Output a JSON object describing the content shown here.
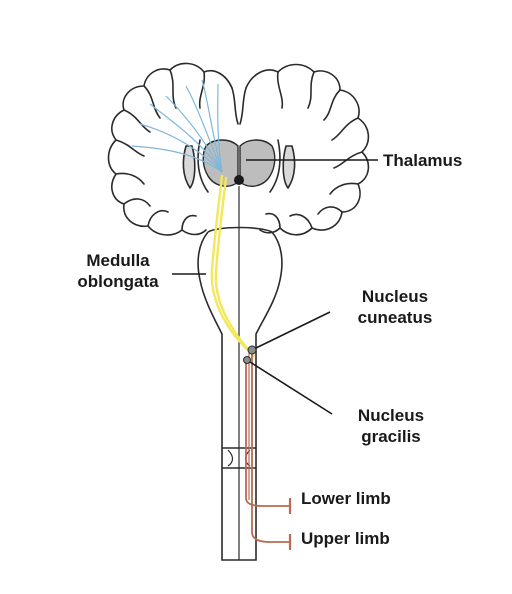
{
  "labels": {
    "thalamus": "Thalamus",
    "medulla_line1": "Medulla",
    "medulla_line2": "oblongata",
    "cuneatus_line1": "Nucleus",
    "cuneatus_line2": "cuneatus",
    "gracilis_line1": "Nucleus",
    "gracilis_line2": "gracilis",
    "lower_limb": "Lower limb",
    "upper_limb": "Upper limb"
  },
  "colors": {
    "outline": "#2b2b2b",
    "thalamus_fill": "#bdbdbd",
    "cortex_fibers": "#7fb7dc",
    "lemniscus": "#f2e85a",
    "dorsal_column": "#b86b52"
  }
}
